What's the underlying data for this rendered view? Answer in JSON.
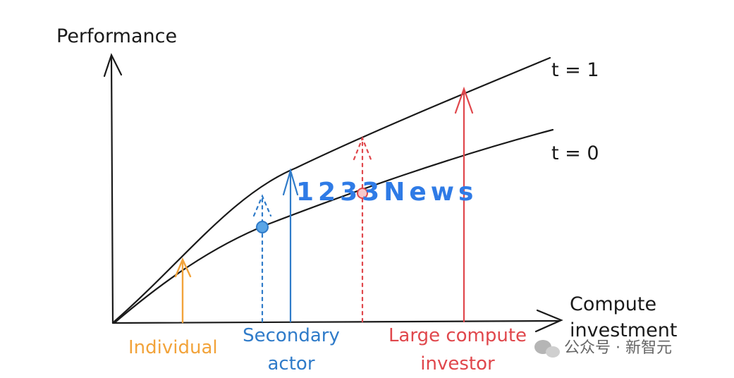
{
  "axes": {
    "y_label": "Performance",
    "x_label_line1": "Compute",
    "x_label_line2": "investment"
  },
  "curves": {
    "t1": "t = 1",
    "t0": "t = 0"
  },
  "actors": {
    "individual": "Individual",
    "secondary_line1": "Secondary",
    "secondary_line2": "actor",
    "large_line1": "Large compute",
    "large_line2": "investor"
  },
  "watermark": {
    "overlay": "1233News",
    "footer": "公众号 · 新智元"
  },
  "colors": {
    "individual": "#f2a33a",
    "secondary": "#2f7bc9",
    "large": "#e0474c",
    "ink": "#1a1a1a"
  }
}
